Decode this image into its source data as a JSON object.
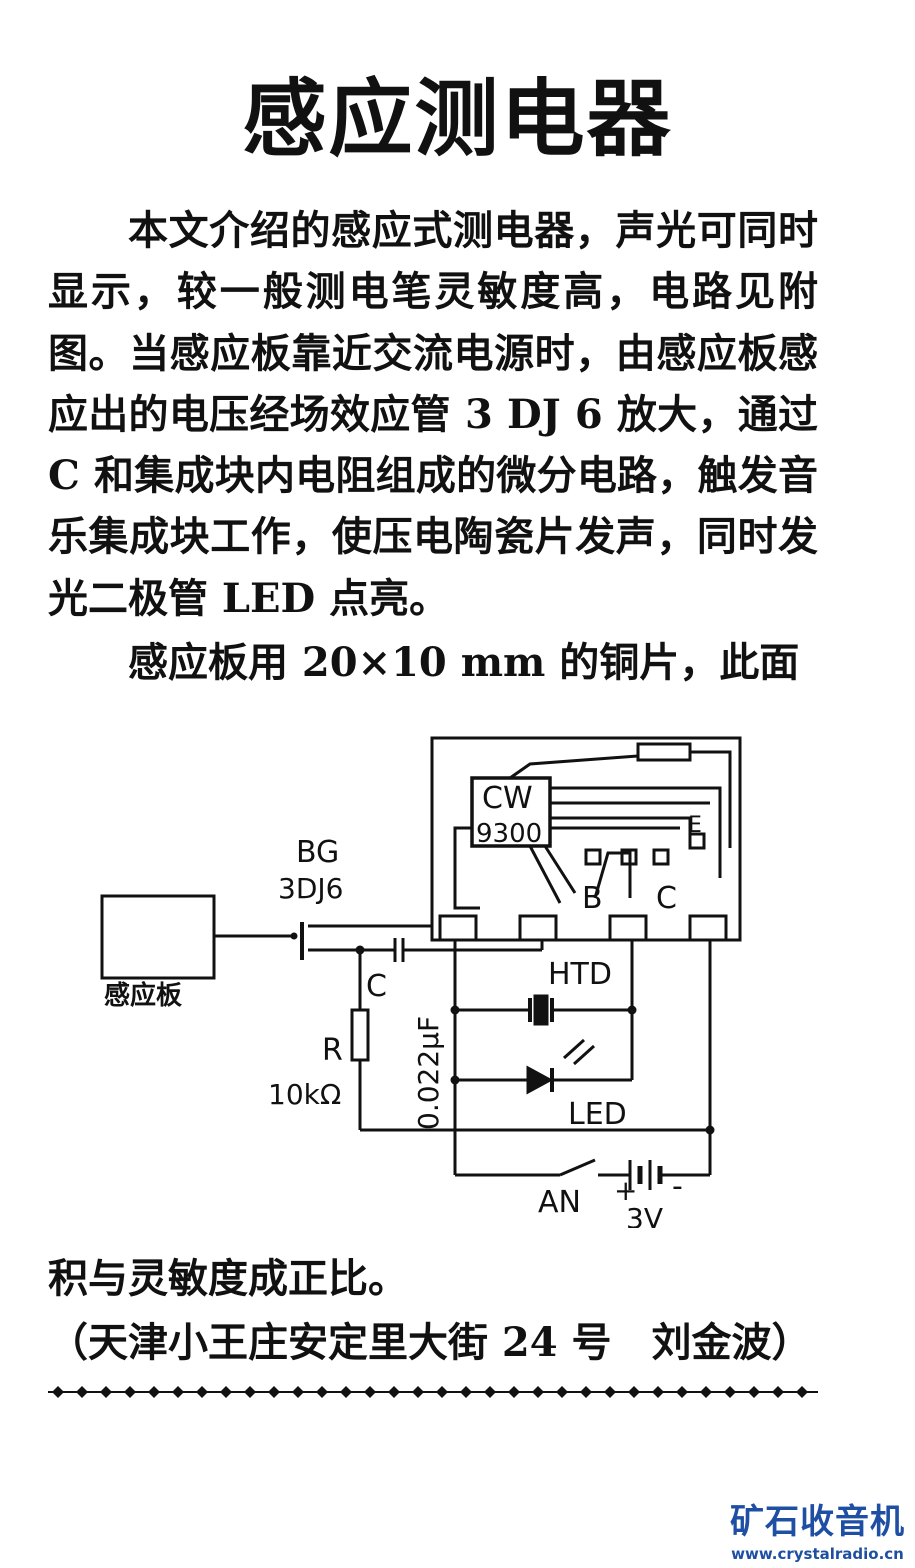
{
  "article": {
    "title": "感应测电器",
    "paragraphs": [
      "本文介绍的感应式测电器，声光可同时显示，较一般测电笔灵敏度高，电路见附图。当感应板靠近交流电源时，由感应板感应出的电压经场效应管 3 DJ 6 放大，通过 C 和集成块内电阻组成的微分电路，触发音乐集成块工作，使压电陶瓷片发声，同时发光二极管 LED 点亮。",
      "感应板用 20×10 mm 的铜片，此面",
      "积与灵敏度成正比。"
    ],
    "address": "（天津小王庄安定里大街 24 号",
    "author": "刘金波）"
  },
  "diagram": {
    "chip_name": "CW",
    "chip_model": "9300",
    "transistor_name": "BG",
    "transistor_model": "3DJ6",
    "sensor_plate": "感应板",
    "capacitor_label": "C",
    "capacitor_value": "0.022μF",
    "resistor_label": "R",
    "resistor_value": "10kΩ",
    "buzzer_label": "HTD",
    "led_label": "LED",
    "switch_label": "AN",
    "battery_plus": "+",
    "battery_minus": "-",
    "battery_voltage": "3V",
    "pad_b": "B",
    "pad_c": "C",
    "pad_e": "E"
  },
  "watermark": {
    "name": "矿石收音机",
    "url": "www.crystalradio.cn",
    "color": "#1e4fa3"
  }
}
